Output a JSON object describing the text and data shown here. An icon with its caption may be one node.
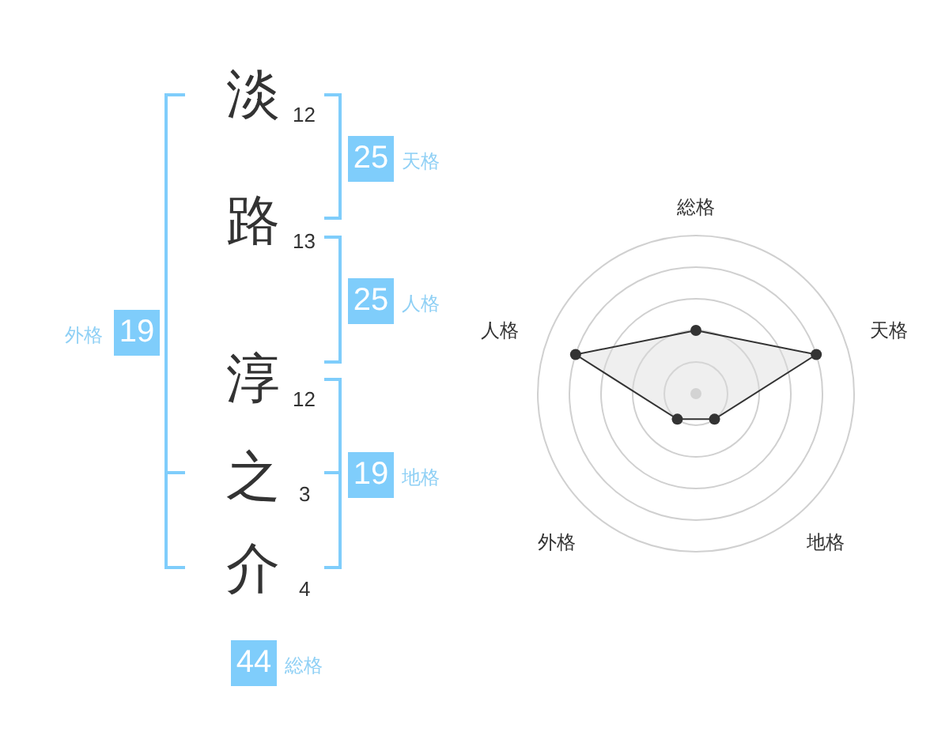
{
  "diagram": {
    "nodes": [
      {
        "text": [
          "25"
        ],
        "beside": [
          "天格"
        ]
      },
      {
        "text": [
          "25"
        ],
        "beside": [
          "人格"
        ]
      },
      {
        "text": [
          "19"
        ],
        "beside": [
          "外格"
        ]
      },
      {
        "text": [
          "19"
        ],
        "beside": [
          "地格"
        ]
      },
      {
        "text": [
          "44"
        ],
        "beside": [
          "総格"
        ]
      }
    ],
    "labels": [
      "淡",
      "12",
      "路",
      "13",
      "淳",
      "12",
      "之",
      "3",
      "介",
      "4",
      "総格",
      "人格",
      "天格",
      "外格",
      "地格"
    ]
  }
}
